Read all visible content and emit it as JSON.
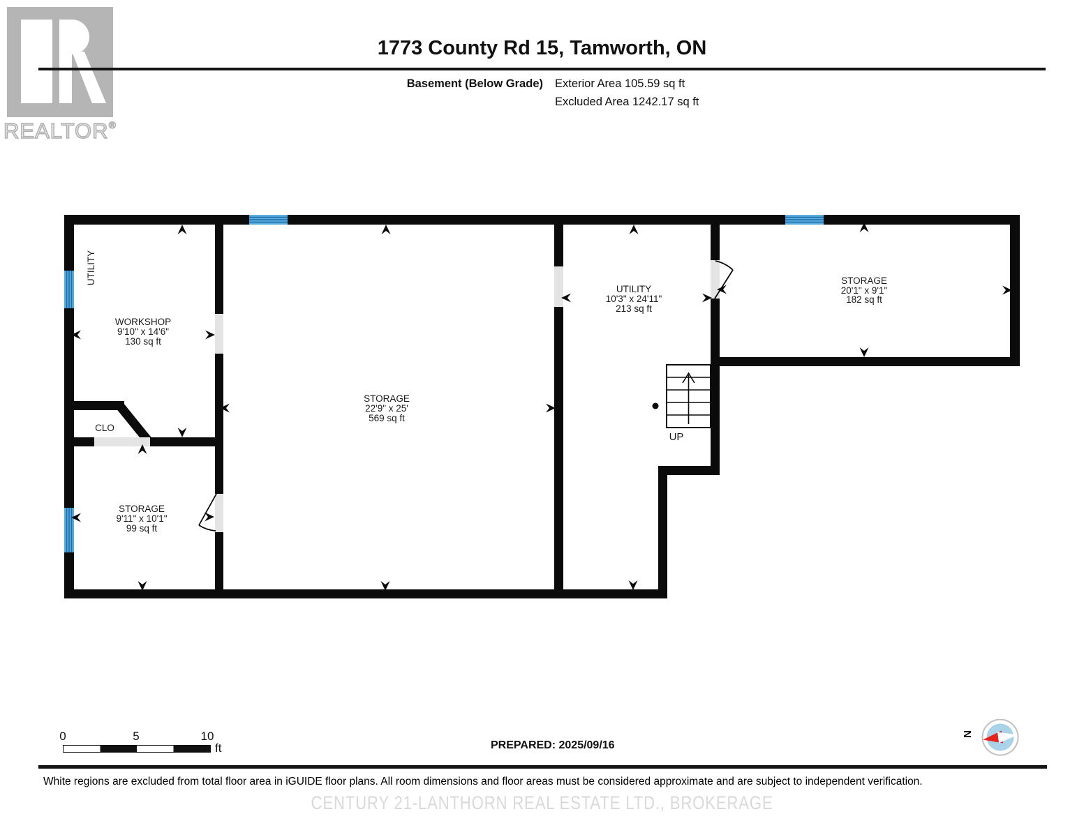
{
  "header": {
    "title": "1773 County Rd 15, Tamworth, ON",
    "floor_label": "Basement (Below Grade)",
    "exterior_area": "Exterior Area 105.59 sq ft",
    "excluded_area": "Excluded Area 1242.17 sq ft",
    "logo_word": "REALTOR",
    "logo_reg": "®"
  },
  "rooms": {
    "utility_side_label": "UTILITY",
    "workshop": {
      "name": "WORKSHOP",
      "dims": "9'10\" x 14'6\"",
      "area": "130 sq ft"
    },
    "closet": {
      "name": "CLO"
    },
    "storage_small": {
      "name": "STORAGE",
      "dims": "9'11\" x 10'1\"",
      "area": "99 sq ft"
    },
    "storage_center": {
      "name": "STORAGE",
      "dims": "22'9\" x 25'",
      "area": "569 sq ft"
    },
    "utility": {
      "name": "UTILITY",
      "dims": "10'3\" x 24'11\"",
      "area": "213 sq ft"
    },
    "storage_right": {
      "name": "STORAGE",
      "dims": "20'1\" x 9'1\"",
      "area": "182 sq ft"
    },
    "stairs_label": "UP"
  },
  "scale_bar": {
    "tick0": "0",
    "tick5": "5",
    "tick10": "10",
    "unit": "ft"
  },
  "footer": {
    "prepared": "PREPARED: 2025/09/16",
    "compass_north": "N",
    "disclaimer": "White regions are excluded from total floor area in iGUIDE floor plans. All room dimensions and floor areas must be considered approximate and are subject to independent verification.",
    "watermark": "CENTURY 21-LANTHORN REAL ESTATE LTD., BROKERAGE"
  },
  "colors": {
    "wall": "#0b0b0b",
    "window_fill": "#5aaede",
    "window_stripe": "#1c6cae",
    "opening_gray": "#e4e4e4",
    "logo_gray": "#b5b5b5",
    "compass_blue": "#a9d3e8",
    "compass_red": "#e8211d",
    "watermark_gray": "#d9d9d9"
  }
}
